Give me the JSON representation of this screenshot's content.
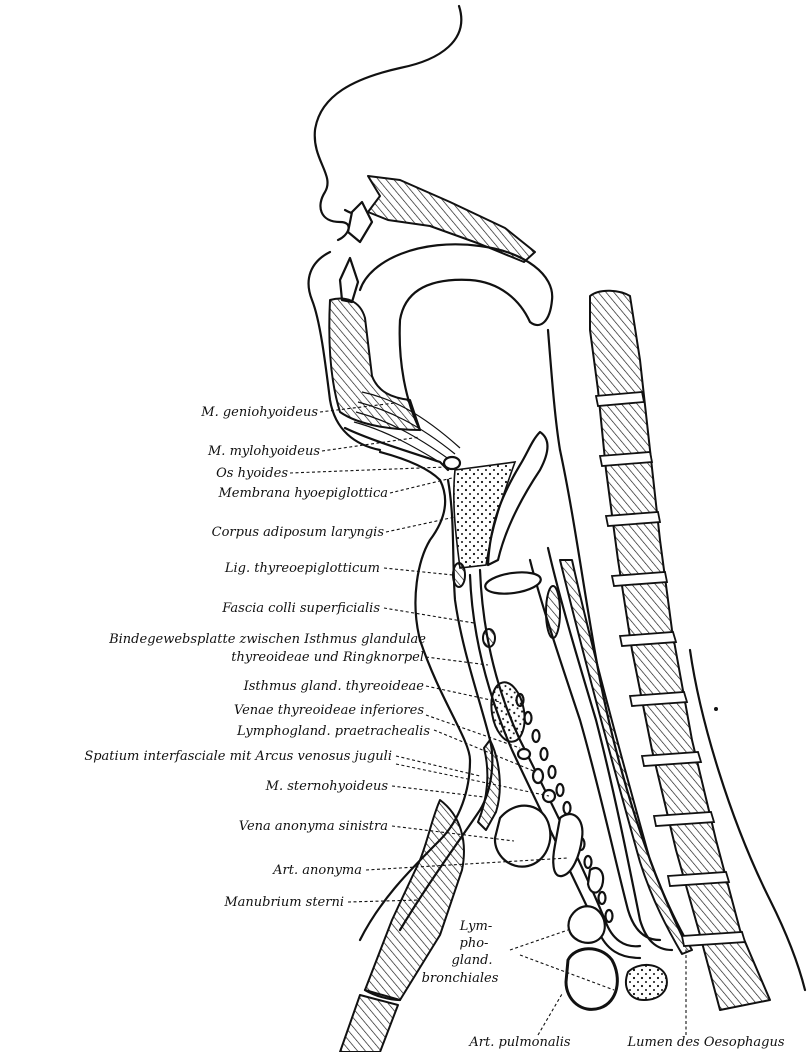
{
  "figure": {
    "labels": {
      "geniohyoideus": "M. geniohyoideus",
      "mylohyoideus": "M. mylohyoideus",
      "os_hyoides": "Os hyoides",
      "membrana": "Membrana hyoepiglottica",
      "corpus": "Corpus adiposum laryngis",
      "lig": "Lig. thyreoepiglotticum",
      "fascia": "Fascia colli superficialis",
      "bindegewebs_1": "Bindegewebsplatte zwischen Isthmus glandulae",
      "bindegewebs_2": "thyreoideae und Ringknorpel",
      "isthmus": "Isthmus gland. thyreoideae",
      "venae": "Venae thyreoideae inferiores",
      "lymphogland_prae": "Lymphogland. praetrachealis",
      "spatium": "Spatium interfasciale mit Arcus venosus juguli",
      "sternohyoideus": "M. sternohyoideus",
      "vena_anonyma": "Vena anonyma sinistra",
      "art_anonyma": "Art. anonyma",
      "manubrium": "Manubrium sterni",
      "lymph_1": "Lym-",
      "lymph_2": "pho-",
      "lymph_3": "gland.",
      "lymph_4": "bronchiales",
      "art_pulmonalis": "Art. pulmonalis",
      "lumen": "Lumen des Oesophagus"
    }
  }
}
